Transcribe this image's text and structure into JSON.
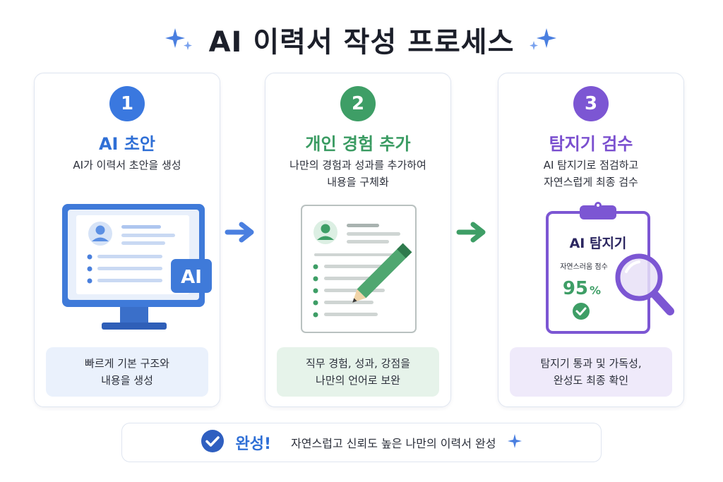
{
  "title": "AI 이력서 작성 프로세스",
  "steps": [
    {
      "number": "1",
      "title": "AI 초안",
      "desc_lines": [
        "AI가 이력서 초안을 생성"
      ],
      "illustration_badge": "AI",
      "note_lines": [
        "빠르게 기본 구조와",
        "내용을 생성"
      ],
      "color": "#3a78df"
    },
    {
      "number": "2",
      "title": "개인 경험 추가",
      "desc_lines": [
        "나만의 경험과 성과를 추가하여",
        "내용을 구체화"
      ],
      "note_lines": [
        "직무 경험, 성과, 강점을",
        "나만의 언어로 보완"
      ],
      "color": "#3e9e66"
    },
    {
      "number": "3",
      "title": "탐지기 검수",
      "desc_lines": [
        "AI 탐지기로 점검하고",
        "자연스럽게 최종 검수"
      ],
      "illustration_title": "AI 탐지기",
      "illustration_label": "자연스러움 점수",
      "illustration_score": "95",
      "illustration_unit": "%",
      "note_lines": [
        "탐지기 통과 및 가독성,",
        "완성도 최종 확인"
      ],
      "color": "#7c56d3"
    }
  ],
  "footer": {
    "title": "완성!",
    "text": "자연스럽고 신뢰도 높은 나만의 이력서 완성"
  },
  "icons": {
    "title_left": "sparkle-icon",
    "title_right": "sparkle-icon",
    "footer_check": "check-circle-icon",
    "footer_sparkle": "sparkle-icon",
    "arrow": "arrow-right-icon"
  }
}
